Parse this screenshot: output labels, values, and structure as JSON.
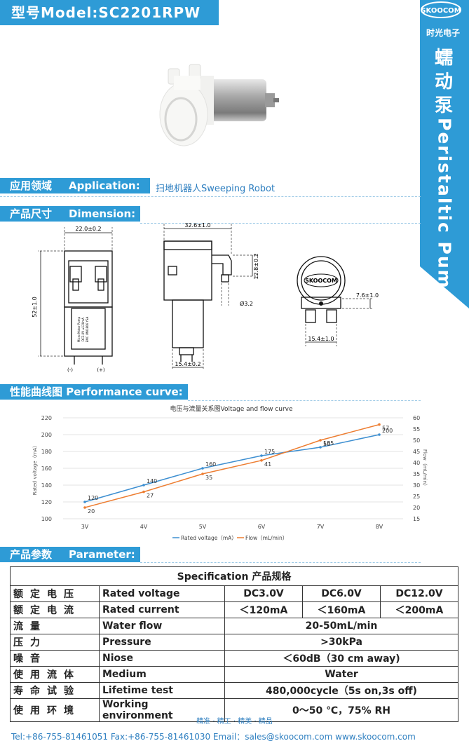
{
  "header": {
    "title": "型号Model:SC2201RPW"
  },
  "sidebar": {
    "logo_text": "SKOOCOM",
    "brand_cn": "时光电子",
    "product_cn": [
      "蠕",
      "动",
      "泵"
    ],
    "product_en": "Peristaltic Pump",
    "color": "#2e9bd6"
  },
  "application": {
    "label_cn": "应用领域",
    "label_en": "Application:",
    "value": "扫地机器人Sweeping Robot"
  },
  "dimension": {
    "label_cn": "产品尺寸",
    "label_en": "Dimension:",
    "front": {
      "width": "22.0±0.2",
      "height": "52±1.0",
      "minus": "(-)",
      "plus": "(+)",
      "motor_text": [
        "Micro Motor Pump",
        "DC3.0V ≤120mA",
        "EMC UNI1806 YSA"
      ]
    },
    "side": {
      "width": "32.6±1.0",
      "tube_h": "12.8±0.2",
      "tube_d": "Ø3.2",
      "bottom": "15.4±0.2"
    },
    "end": {
      "width": "15.4±1.0",
      "nozzle": "7.6±1.0",
      "logo": "SKOOCOM"
    }
  },
  "performance": {
    "label_cn": "性能曲线图",
    "label_en": "Performance curve:"
  },
  "chart_data": {
    "type": "line",
    "title": "电压与流量关系图Voltage and flow curve",
    "categories": [
      "3V",
      "4V",
      "5V",
      "6V",
      "7V",
      "8V"
    ],
    "series": [
      {
        "name": "Rated voltage（mA）",
        "values": [
          120,
          140,
          160,
          175,
          185,
          200
        ],
        "color": "#3d8fd1",
        "axis": "left"
      },
      {
        "name": "Flow（mL/min）",
        "values": [
          20,
          27,
          35,
          41,
          50,
          57
        ],
        "color": "#ed7d31",
        "axis": "right"
      }
    ],
    "ylabel": "Rated voltage（mA）",
    "y2label": "Flow（mL/min）",
    "ylim": [
      100,
      220
    ],
    "y2lim": [
      15,
      60
    ],
    "yticks": [
      100,
      120,
      140,
      160,
      180,
      200,
      220
    ],
    "y2ticks": [
      15,
      20,
      25,
      30,
      35,
      40,
      45,
      50,
      55,
      60
    ],
    "grid": "horizontal",
    "legend": "bottom"
  },
  "parameter": {
    "label_cn": "产品参数",
    "label_en": "Parameter:"
  },
  "spec": {
    "title": "Specification 产品规格",
    "rows": [
      {
        "cn": "额定电压",
        "en": "Rated voltage",
        "values": [
          "DC3.0V",
          "DC6.0V",
          "DC12.0V"
        ]
      },
      {
        "cn": "额定电流",
        "en": "Rated current",
        "values": [
          "＜120mA",
          "＜160mA",
          "＜200mA"
        ]
      },
      {
        "cn": "流量",
        "en": "Water flow",
        "values": [
          "20-50mL/min"
        ]
      },
      {
        "cn": "压力",
        "en": "Pressure",
        "values": [
          ">30kPa"
        ]
      },
      {
        "cn": "噪音",
        "en": "Niose",
        "values": [
          "＜60dB（30 cm away)"
        ]
      },
      {
        "cn": "使用流体",
        "en": "Medium",
        "values": [
          "Water"
        ]
      },
      {
        "cn": "寿命试验",
        "en": "Lifetime test",
        "values": [
          "480,000cycle（5s on,3s off)"
        ]
      },
      {
        "cn": "使用环境",
        "en": "Working environment",
        "values": [
          "0～50 ℃，75% RH"
        ]
      }
    ]
  },
  "footer": {
    "slogan": "精准 · 精工 · 精美 · 精品",
    "contact": "Tel:+86-755-81461051   Fax:+86-755-81461030   Email：sales@skoocom.com    www.skoocom.com"
  }
}
